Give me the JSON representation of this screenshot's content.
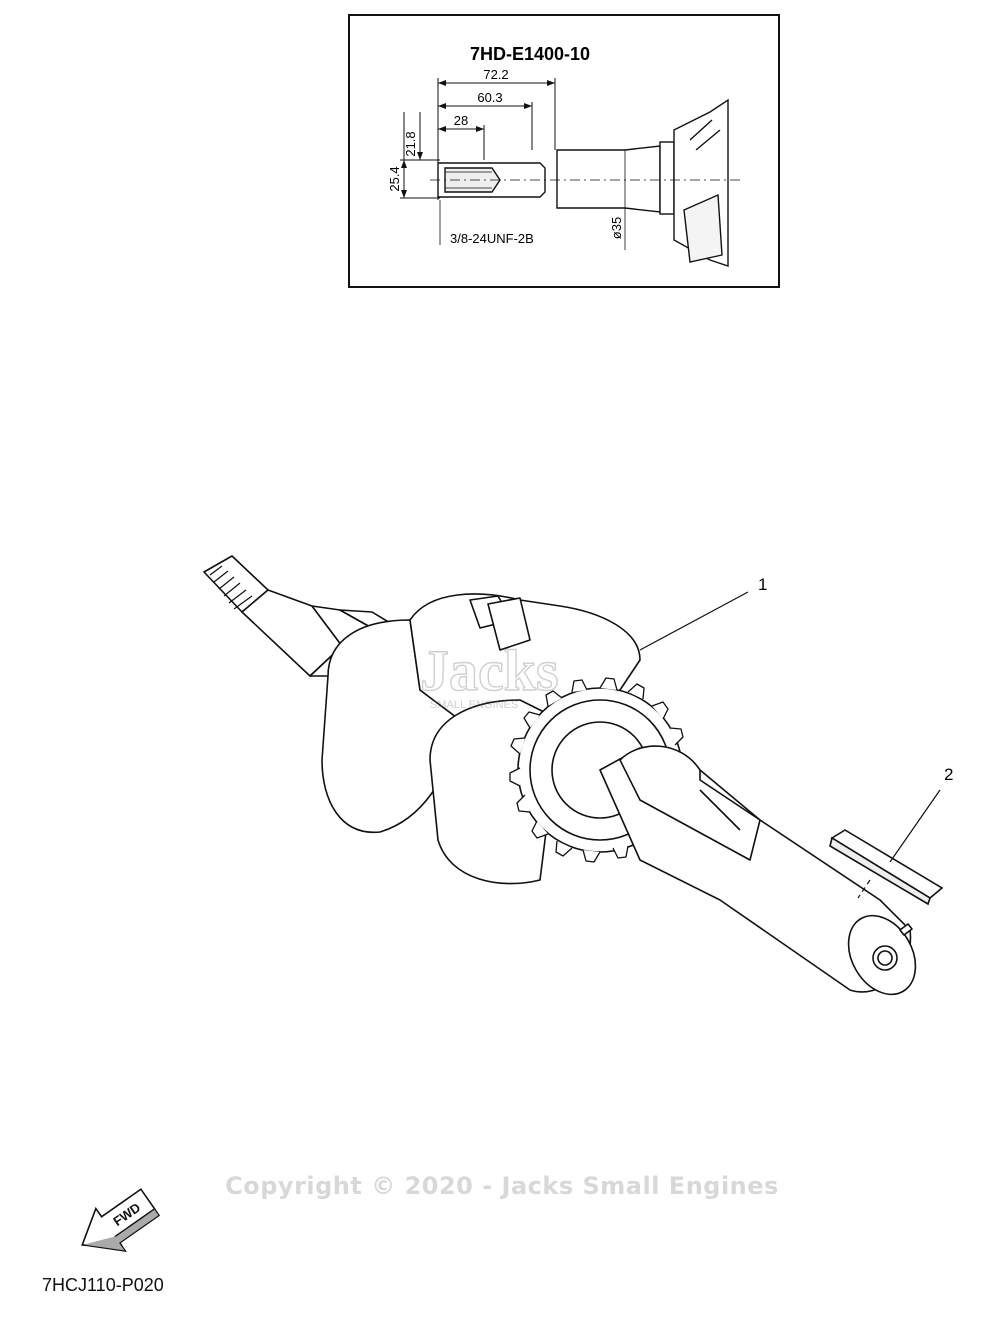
{
  "inset": {
    "part_number": "7HD-E1400-10",
    "dimensions": {
      "d_72_2": "72.2",
      "d_60_3": "60.3",
      "d_28": "28",
      "d_21_8": "21.8",
      "d_25_4": "25.4",
      "d_35": "ø35",
      "thread": "3/8-24UNF-2B"
    }
  },
  "callouts": {
    "part_1": "1",
    "part_2": "2"
  },
  "watermark": {
    "brand": "Jacks",
    "tagline": "SMALL ENGINES"
  },
  "copyright": "Copyright © 2020 - Jacks Small Engines",
  "fwd_arrow": "FWD",
  "diagram_code": "7HCJ110-P020"
}
